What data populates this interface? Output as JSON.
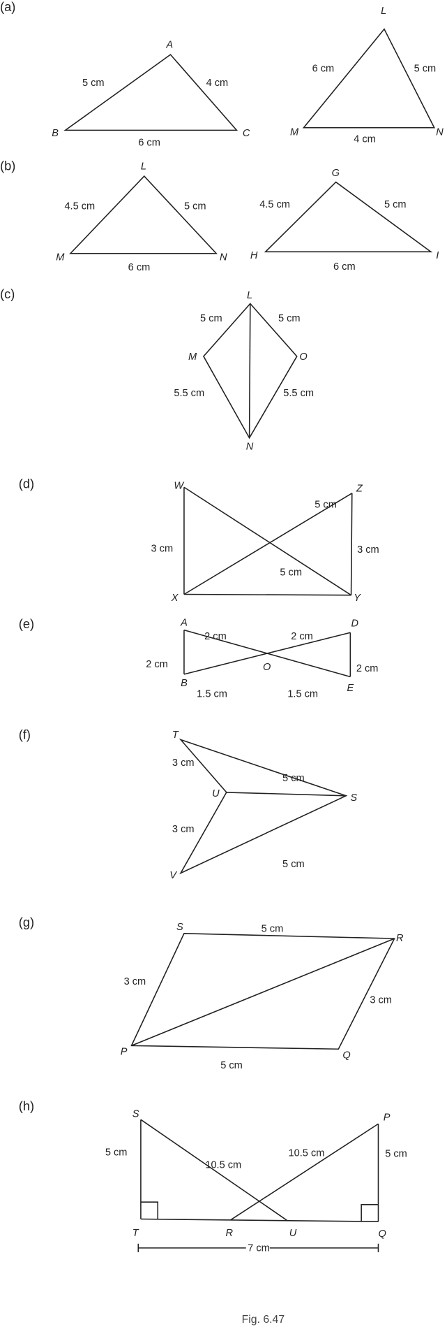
{
  "figure_caption": "Fig. 6.47",
  "parts": {
    "a": {
      "label": "(a)",
      "t1": {
        "A": "A",
        "B": "B",
        "C": "C",
        "AB": "5 cm",
        "AC": "4 cm",
        "BC": "6 cm"
      },
      "t2": {
        "L": "L",
        "M": "M",
        "N": "N",
        "LM": "6 cm",
        "LN": "5 cm",
        "MN": "4 cm"
      }
    },
    "b": {
      "label": "(b)",
      "t1": {
        "L": "L",
        "M": "M",
        "N": "N",
        "LM": "4.5 cm",
        "LN": "5 cm",
        "MN": "6 cm"
      },
      "t2": {
        "G": "G",
        "H": "H",
        "I": "I",
        "GH": "4.5 cm",
        "GI": "5 cm",
        "HI": "6 cm"
      }
    },
    "c": {
      "label": "(c)",
      "L": "L",
      "M": "M",
      "O": "O",
      "N": "N",
      "LM": "5 cm",
      "LO": "5 cm",
      "MN": "5.5 cm",
      "ON": "5.5 cm"
    },
    "d": {
      "label": "(d)",
      "W": "W",
      "Z": "Z",
      "X": "X",
      "Y": "Y",
      "WX": "3 cm",
      "ZY": "3 cm",
      "XZ": "5 cm",
      "WY": "5 cm"
    },
    "e": {
      "label": "(e)",
      "A": "A",
      "B": "B",
      "D": "D",
      "E": "E",
      "O": "O",
      "AB": "2 cm",
      "DE": "2 cm",
      "AO": "2 cm",
      "DO": "2 cm",
      "BO": "1.5 cm",
      "EO": "1.5 cm"
    },
    "f": {
      "label": "(f)",
      "T": "T",
      "U": "U",
      "S": "S",
      "V": "V",
      "TU": "3 cm",
      "UV": "3 cm",
      "TS": "5 cm",
      "VS": "5 cm"
    },
    "g": {
      "label": "(g)",
      "S": "S",
      "R": "R",
      "P": "P",
      "Q": "Q",
      "SR": "5 cm",
      "PQ": "5 cm",
      "PS": "3 cm",
      "QR": "3 cm"
    },
    "h": {
      "label": "(h)",
      "S": "S",
      "P": "P",
      "T": "T",
      "R": "R",
      "U": "U",
      "Q": "Q",
      "ST": "5 cm",
      "PQ": "5 cm",
      "SU": "10.5 cm",
      "PR": "10.5 cm",
      "TQ": "7 cm"
    }
  }
}
